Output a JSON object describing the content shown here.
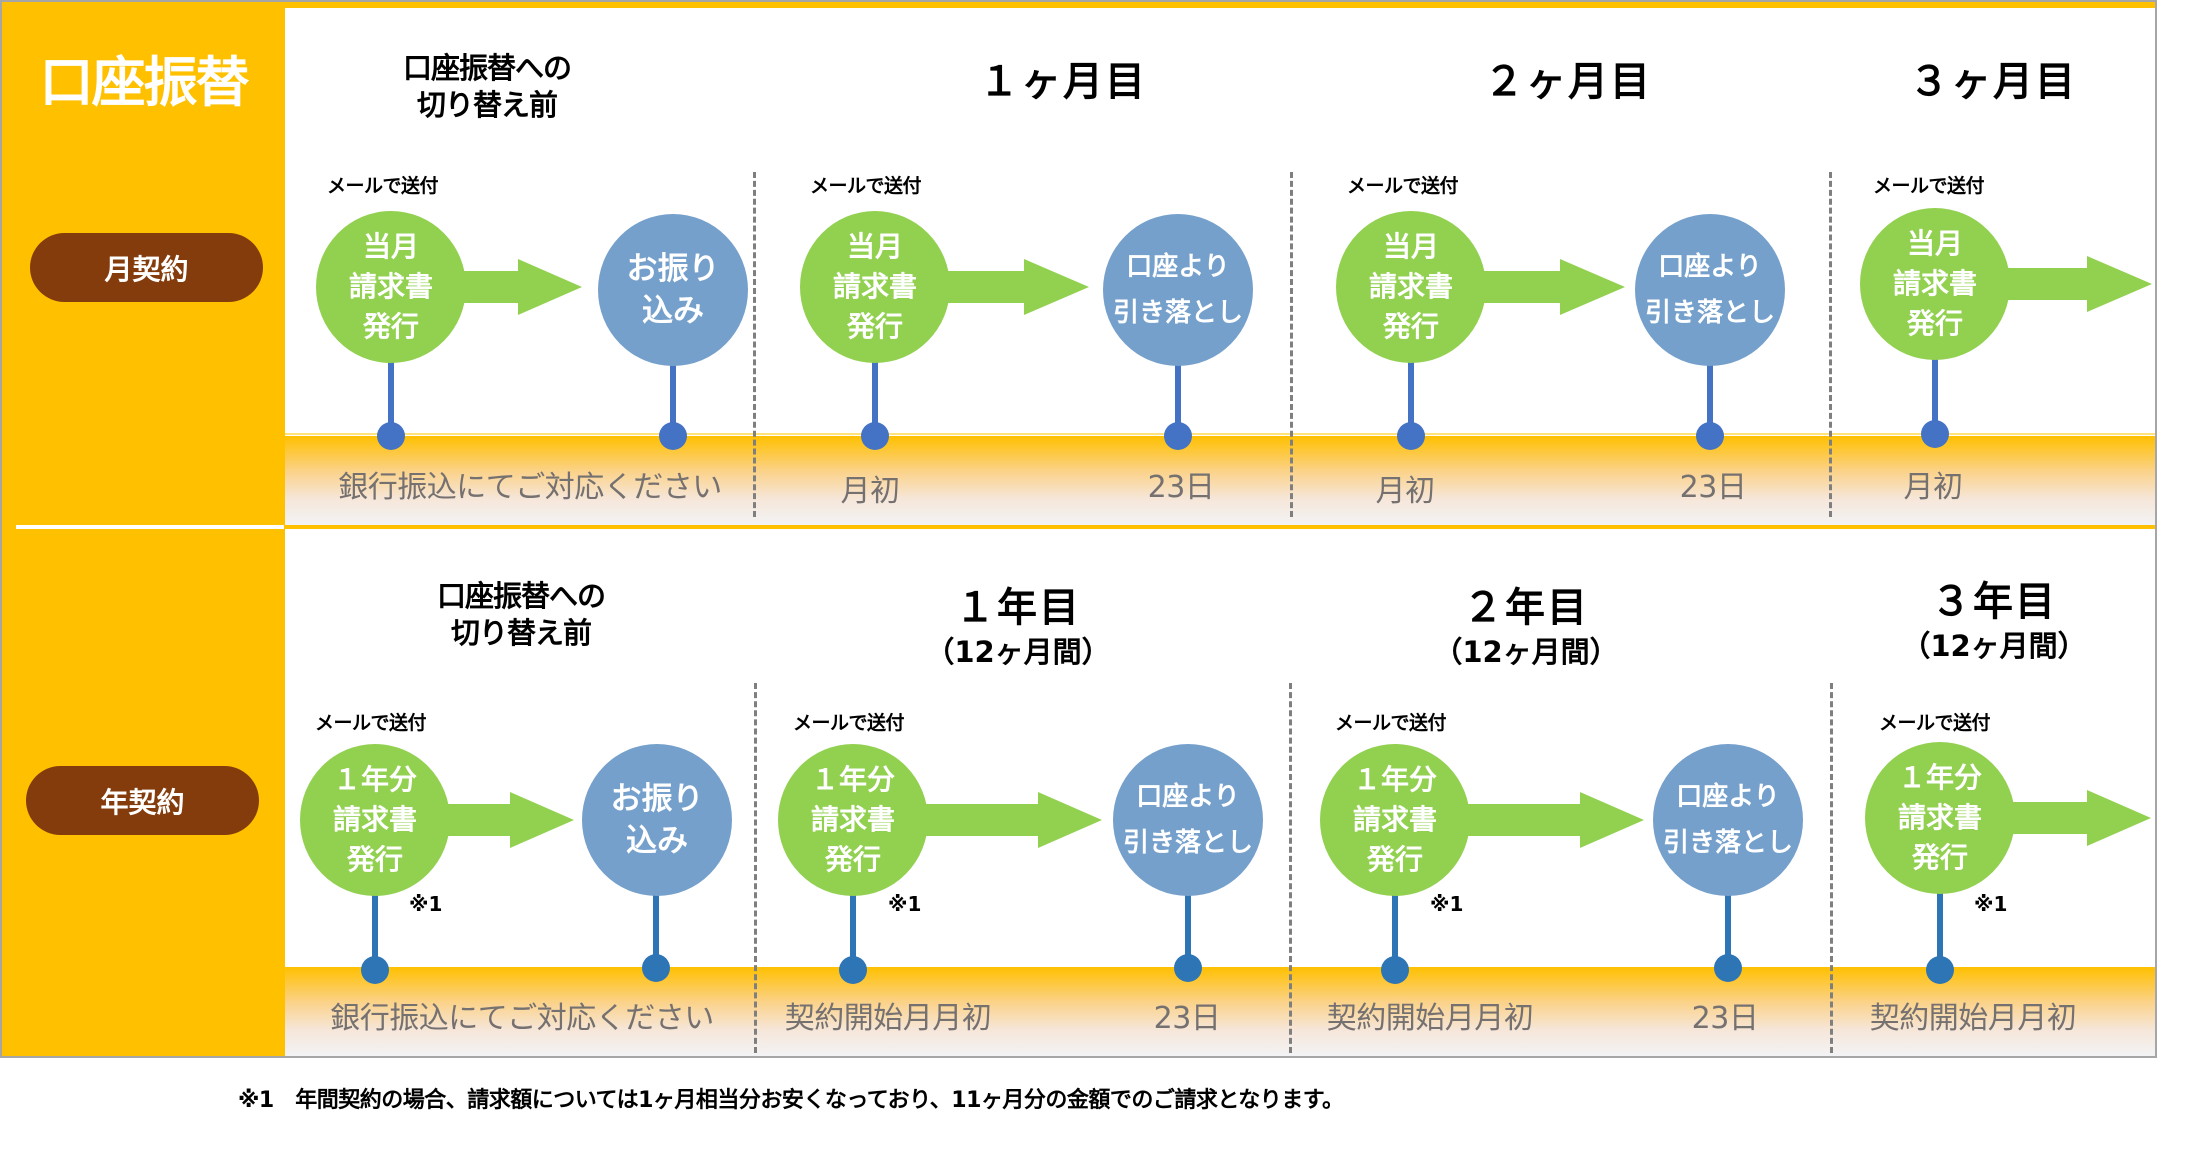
{
  "title": "口座振替",
  "rows": [
    {
      "id": "monthly",
      "pill": "月契約",
      "headers": [
        {
          "lines": [
            "口座振替への",
            "切り替え前"
          ]
        },
        {
          "lines": [
            "１ヶ月目"
          ]
        },
        {
          "lines": [
            "２ヶ月目"
          ]
        },
        {
          "lines": [
            "３ヶ月目"
          ]
        }
      ],
      "mail_label": "メールで送付",
      "invoice_lines": [
        "当月",
        "請求書",
        "発行"
      ],
      "payment_transfer_lines": [
        "お振り",
        "込み"
      ],
      "payment_debit_lines": [
        "口座より",
        "引き落とし"
      ],
      "band_labels": [
        "銀行振込にてご対応ください",
        "月初",
        "23日",
        "月初",
        "23日",
        "月初"
      ]
    },
    {
      "id": "annual",
      "pill": "年契約",
      "headers": [
        {
          "lines": [
            "口座振替への",
            "切り替え前"
          ]
        },
        {
          "lines": [
            "１年目",
            "（12ヶ月間）"
          ]
        },
        {
          "lines": [
            "２年目",
            "（12ヶ月間）"
          ]
        },
        {
          "lines": [
            "３年目",
            "（12ヶ月間）"
          ]
        }
      ],
      "mail_label": "メールで送付",
      "invoice_lines": [
        "１年分",
        "請求書",
        "発行"
      ],
      "payment_transfer_lines": [
        "お振り",
        "込み"
      ],
      "payment_debit_lines": [
        "口座より",
        "引き落とし"
      ],
      "note_mark": "※1",
      "band_labels": [
        "銀行振込にてご対応ください",
        "契約開始月月初",
        "23日",
        "契約開始月月初",
        "23日",
        "契約開始月月初"
      ]
    }
  ],
  "footnote": "※1　年間契約の場合、請求額については1ヶ月相当分お安くなっており、11ヶ月分の金額でのご請求となります。",
  "colors": {
    "panel_yellow": "#ffc000",
    "pill_brown": "#843c0c",
    "invoice_green": "#92d050",
    "payment_blue": "#75a0cc",
    "pin_blue_monthly": "#4472c4",
    "pin_blue_annual": "#2e75b6",
    "band_text_gray": "#767171"
  }
}
